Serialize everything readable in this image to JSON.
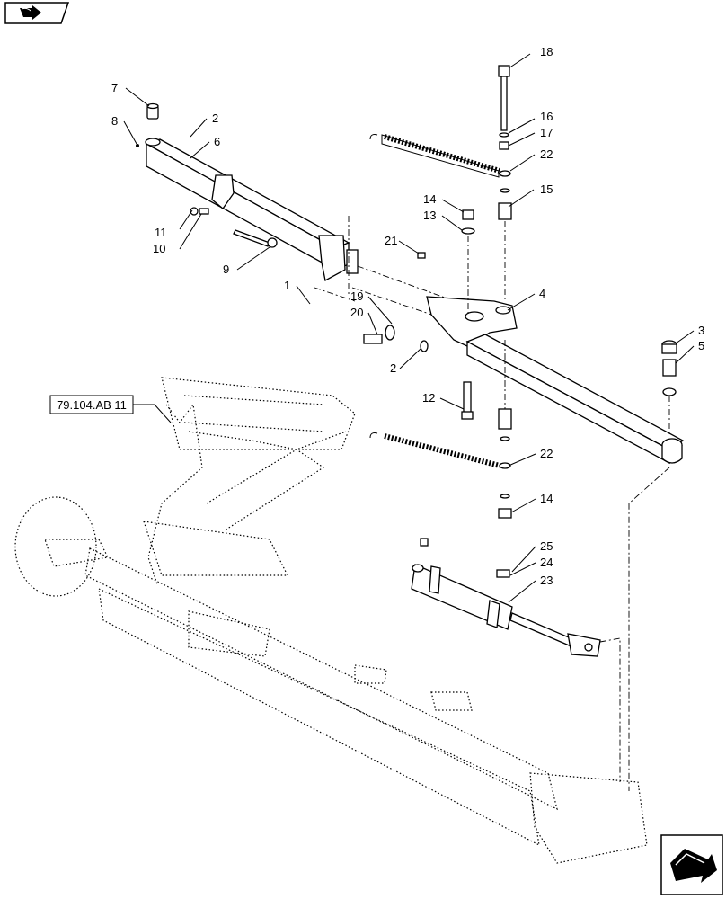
{
  "reference_box": {
    "text": "79.104.AB 11"
  },
  "callouts": [
    "18",
    "16",
    "17",
    "22",
    "15",
    "14",
    "13",
    "21",
    "4",
    "7",
    "8",
    "2",
    "6",
    "11",
    "10",
    "9",
    "1",
    "19",
    "20",
    "2",
    "12",
    "3",
    "5",
    "22",
    "14",
    "25",
    "24",
    "23"
  ],
  "icons": {
    "top_left": "book-arrow-icon",
    "bottom_right": "next-page-arrow-icon"
  }
}
